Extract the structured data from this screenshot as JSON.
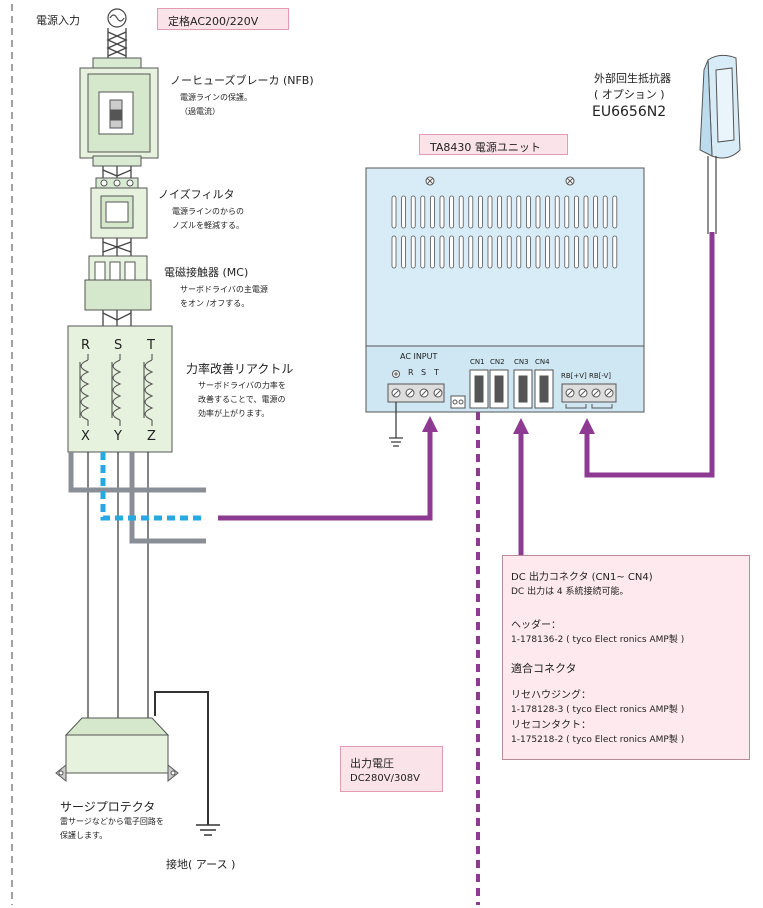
{
  "power_input": "電源入力",
  "rating": "定格AC200/220V",
  "nfb": {
    "title": "ノーヒューズブレーカ (NFB)",
    "desc1": "電源ラインの保護。",
    "desc2": "（過電流）"
  },
  "noise_filter": {
    "title": "ノイズフィルタ",
    "desc1": "電源ラインのからの",
    "desc2": "ノズルを軽減する。"
  },
  "mc": {
    "title": "電磁接触器 (MC)",
    "desc1": "サーボドライバの主電源",
    "desc2": "をオン /オフする。"
  },
  "reactor": {
    "title": "力率改善リアクトル",
    "desc1": "サーボドライバの力率を",
    "desc2": "改善することで、電源の",
    "desc3": "効率が上がります。",
    "terminals_top": [
      "R",
      "S",
      "T"
    ],
    "terminals_bottom": [
      "X",
      "Y",
      "Z"
    ]
  },
  "resistor": {
    "title": "外部回生抵抗器",
    "option": "( オプション )",
    "model": "EU6656N2"
  },
  "unit": {
    "label": "TA8430  電源ユニット",
    "ac_input": "AC  INPUT",
    "ac_terminals": [
      "R",
      "S",
      "T"
    ],
    "cn_labels": [
      "CN1",
      "CN2",
      "CN3",
      "CN4"
    ],
    "rb_labels": [
      "RB[+V]",
      "RB[-V]"
    ]
  },
  "dc_connector": {
    "title": "DC 出力コネクタ (CN1~ CN4)",
    "note": "DC 出力は 4 系統接続可能。",
    "header_label": "ヘッダー：",
    "header_part": "1-178136-2 ( tyco  Elect ronics  AMP製 )",
    "compatible": "適合コネクタ",
    "housing_label": "リセハウジング：",
    "housing_part": "1-178128-3 ( tyco  Elect ronics  AMP製 )",
    "contact_label": "リセコンタクト：",
    "contact_part": "1-175218-2 ( tyco  Elect ronics  AMP製 )"
  },
  "output_voltage": {
    "title": "出力電圧",
    "value": "DC280V/308V"
  },
  "surge": {
    "title": "サージプロテクタ",
    "desc1": "雷サージなどから電子回路を",
    "desc2": "保護します。"
  },
  "ground": "接地( アース )",
  "colors": {
    "purple": "#8e3a93",
    "cyan": "#25a9e0",
    "gray_wire": "#8a8f97",
    "device_green": "#e6f2de",
    "unit_blue": "#d7ecf6",
    "pink": "#fbe3ea"
  }
}
